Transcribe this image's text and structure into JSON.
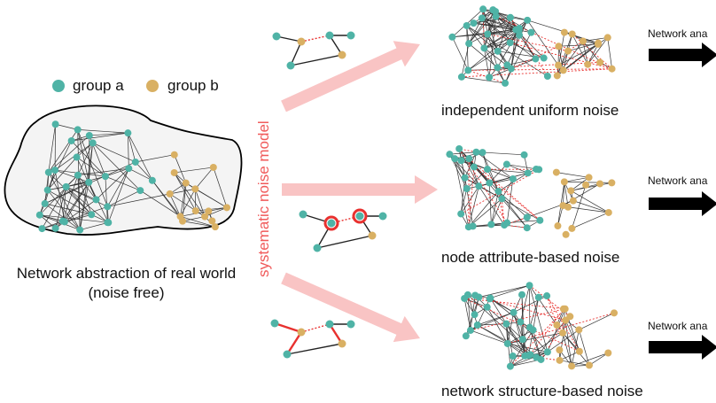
{
  "legend": {
    "group_a": {
      "label": "group a",
      "color": "#4fb3a6"
    },
    "group_b": {
      "label": "group b",
      "color": "#d9b063"
    }
  },
  "source": {
    "caption_line1": "Network abstraction of real world",
    "caption_line2": "(noise free)"
  },
  "model_label": "systematic noise model",
  "noise_types": [
    {
      "title": "independent uniform noise",
      "next_step": "Network ana"
    },
    {
      "title": "node attribute-based noise",
      "next_step": "Network ana"
    },
    {
      "title": "network structure-based noise",
      "next_step": "Network ana"
    }
  ],
  "colors": {
    "edge": "#333333",
    "noise_edge": "#e8312f",
    "arrow_pink": "#f9c4c4",
    "analysis_arrow": "#000000",
    "blob_fill": "#f4f4f4"
  }
}
